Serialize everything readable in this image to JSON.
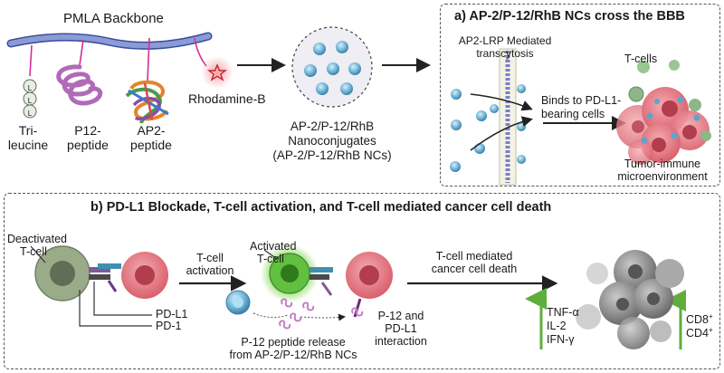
{
  "top_left": {
    "backbone_label": "PMLA Backbone",
    "trileucine": [
      "Tri-",
      "leucine"
    ],
    "trileucine_letter": "L",
    "p12": [
      "P12-",
      "peptide"
    ],
    "ap2": [
      "AP2-",
      "peptide"
    ],
    "rhodamine": "Rhodamine-B",
    "nanoconjugates": [
      "AP-2/P-12/RhB",
      "Nanoconjugates",
      "(AP-2/P-12/RhB NCs)"
    ]
  },
  "panel_a": {
    "title": "a) AP-2/P-12/RhB NCs cross the BBB",
    "transcytosis": [
      "AP2-LRP Mediated",
      "transcytosis"
    ],
    "tcells": "T-cells",
    "binds": [
      "Binds to PD-L1-",
      "bearing cells"
    ],
    "tme": [
      "Tumor-immune",
      "microenvironment"
    ]
  },
  "panel_b": {
    "title": "b) PD-L1 Blockade, T-cell activation, and T-cell mediated cancer cell death",
    "deactivated": [
      "Deactivated",
      "T-cell"
    ],
    "pdl1": "PD-L1",
    "pd1": "PD-1",
    "activation": [
      "T-cell",
      "activation"
    ],
    "activated": [
      "Activated",
      "T-cell"
    ],
    "release": [
      "P-12 peptide release",
      "from AP-2/P-12/RhB NCs"
    ],
    "interaction": [
      "P-12 and",
      "PD-L1",
      "interaction"
    ],
    "mediated": [
      "T-cell mediated",
      "cancer cell death"
    ],
    "cytokines": [
      "TNF-α",
      "IL-2",
      "IFN-γ"
    ],
    "cd8": "CD8",
    "cd4": "CD4",
    "sup_plus": "+"
  },
  "colors": {
    "backbone": "#6f80c0",
    "pink": "#d22f95",
    "peptide": "#c277c6",
    "nanoparticle": "#5aa6cf",
    "tumor": "#e8828c",
    "tcell_green": "#62c040",
    "arrow_up": "#5fae3c"
  }
}
